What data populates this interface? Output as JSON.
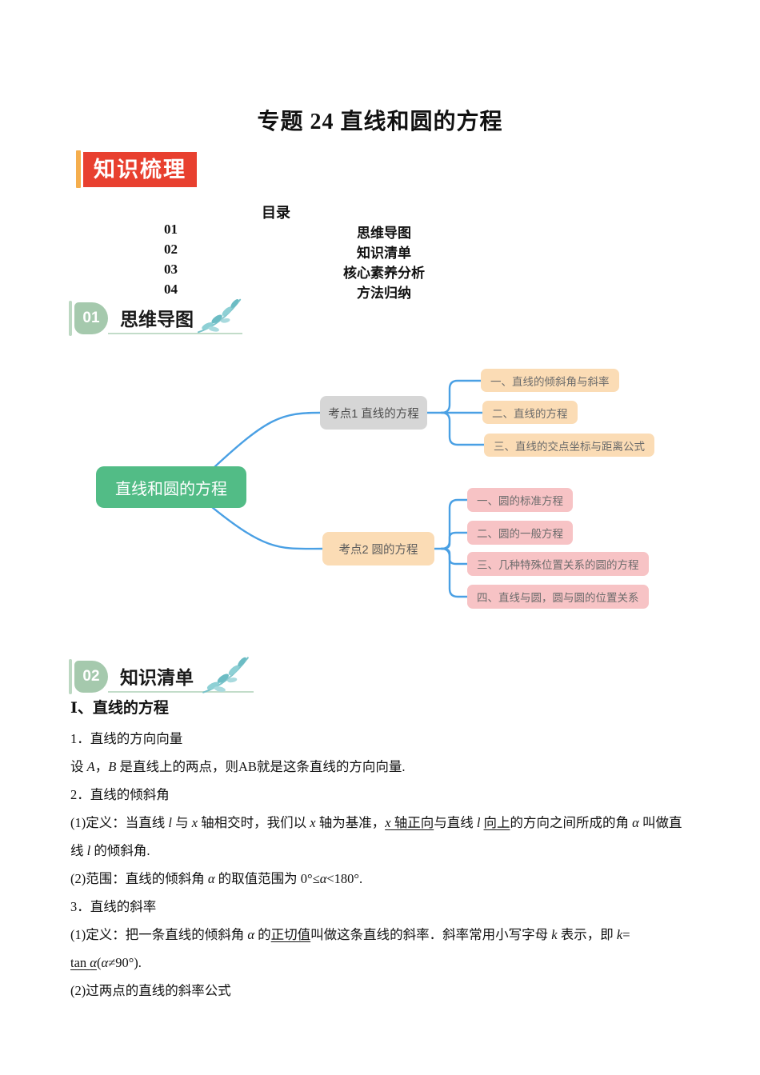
{
  "page": {
    "title": "专题 24 直线和圆的方程"
  },
  "banner": {
    "label": "知识梳理"
  },
  "toc": {
    "heading": "目录",
    "items": [
      {
        "num": "01",
        "label": "思维导图"
      },
      {
        "num": "02",
        "label": "知识清单"
      },
      {
        "num": "03",
        "label": "核心素养分析"
      },
      {
        "num": "04",
        "label": "方法归纳"
      }
    ]
  },
  "sections": [
    {
      "num": "01",
      "title": "思维导图"
    },
    {
      "num": "02",
      "title": "知识清单"
    }
  ],
  "mindmap": {
    "root": "直线和圆的方程",
    "branches": [
      {
        "label": "考点1 直线的方程",
        "children": [
          "一、直线的倾斜角与斜率",
          "二、直线的方程",
          "三、直线的交点坐标与距离公式"
        ]
      },
      {
        "label": "考点2 圆的方程",
        "children": [
          "一、圆的标准方程",
          "二、圆的一般方程",
          "三、几种特殊位置关系的圆的方程",
          "四、直线与圆，圆与圆的位置关系"
        ]
      }
    ],
    "colors": {
      "root_bg": "#52bc86",
      "branch1_bg": "#d6d6d6",
      "branch2_bg": "#fbdcb5",
      "leaf_peach_bg": "#fbdcb5",
      "leaf_pink_bg": "#f7c3c5",
      "connector": "#4aa0e4"
    }
  },
  "knowledge": {
    "heading": "Ⅰ、直线的方程",
    "lines": [
      {
        "segments": [
          {
            "t": "1．直线的方向向量"
          }
        ]
      },
      {
        "segments": [
          {
            "t": "设 "
          },
          {
            "t": "A",
            "i": true
          },
          {
            "t": "，"
          },
          {
            "t": "B",
            "i": true
          },
          {
            "t": " 是直线上的两点，则AB就是这条直线的方向向量."
          }
        ]
      },
      {
        "segments": [
          {
            "t": "2．直线的倾斜角"
          }
        ]
      },
      {
        "segments": [
          {
            "t": "(1)定义：当直线 "
          },
          {
            "t": "l",
            "i": true
          },
          {
            "t": " 与 "
          },
          {
            "t": "x",
            "i": true
          },
          {
            "t": " 轴相交时，我们以 "
          },
          {
            "t": "x",
            "i": true
          },
          {
            "t": " 轴为基准，"
          },
          {
            "t": "x",
            "i": true,
            "u": true
          },
          {
            "t": " 轴正向",
            "u": true
          },
          {
            "t": "与直线 "
          },
          {
            "t": "l",
            "i": true
          },
          {
            "t": " "
          },
          {
            "t": "向上",
            "u": true
          },
          {
            "t": "的方向之间所成的角 "
          },
          {
            "t": "α",
            "i": true
          },
          {
            "t": " 叫做直"
          }
        ]
      },
      {
        "segments": [
          {
            "t": "线 "
          },
          {
            "t": "l",
            "i": true
          },
          {
            "t": " 的倾斜角."
          }
        ]
      },
      {
        "segments": [
          {
            "t": "(2)范围：直线的倾斜角 "
          },
          {
            "t": "α",
            "i": true
          },
          {
            "t": " 的取值范围为 0°≤"
          },
          {
            "t": "α",
            "i": true
          },
          {
            "t": "<180°."
          }
        ]
      },
      {
        "segments": [
          {
            "t": "3．直线的斜率"
          }
        ]
      },
      {
        "segments": [
          {
            "t": "(1)定义：把一条直线的倾斜角 "
          },
          {
            "t": "α",
            "i": true
          },
          {
            "t": " 的"
          },
          {
            "t": "正切值",
            "u": true
          },
          {
            "t": "叫做这条直线的斜率．斜率常用小写字母 "
          },
          {
            "t": "k",
            "i": true
          },
          {
            "t": " 表示，即 "
          },
          {
            "t": "k",
            "i": true
          },
          {
            "t": "="
          }
        ]
      },
      {
        "segments": [
          {
            "t": "tan ",
            "u": true
          },
          {
            "t": "α",
            "i": true,
            "u": true
          },
          {
            "t": "("
          },
          {
            "t": "α",
            "i": true
          },
          {
            "t": "≠90°)."
          }
        ]
      },
      {
        "segments": [
          {
            "t": "(2)过两点的直线的斜率公式"
          }
        ]
      }
    ]
  }
}
